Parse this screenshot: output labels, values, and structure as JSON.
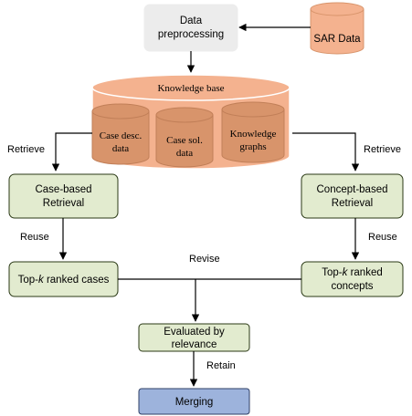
{
  "colors": {
    "green_fill": "#e2ebcf",
    "green_stroke": "#2b3a16",
    "blue_fill": "#9db3dc",
    "blue_stroke": "#2e3f66",
    "orange_fill": "#f4b28f",
    "orange_stroke": "#ffffff",
    "grey_fill": "#ececec",
    "inner_fill": "#d8946b",
    "line": "#000000"
  },
  "nodes": {
    "data_preprocessing": {
      "line1": "Data",
      "line2": "preprocessing"
    },
    "sar_data": "SAR Data",
    "knowledge_base": {
      "title": "Knowledge base",
      "case_desc": {
        "line1": "Case desc.",
        "line2": "data"
      },
      "case_sol": {
        "line1": "Case sol.",
        "line2": "data"
      },
      "knowledge_graphs": {
        "line1": "Knowledge",
        "line2": "graphs"
      }
    },
    "case_retrieval": {
      "line1": "Case-based",
      "line2": "Retrieval"
    },
    "concept_retrieval": {
      "line1": "Concept-based",
      "line2": "Retrieval"
    },
    "topk_cases": {
      "prefix": "Top-",
      "k": "k",
      "suffix": " ranked cases"
    },
    "topk_concepts": {
      "prefix": "Top-",
      "k": "k",
      "suffix": " ranked",
      "line2": "concepts"
    },
    "evaluated": {
      "line1": "Evaluated by",
      "line2": "relevance"
    },
    "merging": "Merging"
  },
  "edge_labels": {
    "retrieve_left": "Retrieve",
    "retrieve_right": "Retrieve",
    "reuse_left": "Reuse",
    "reuse_right": "Reuse",
    "revise": "Revise",
    "retain": "Retain"
  }
}
